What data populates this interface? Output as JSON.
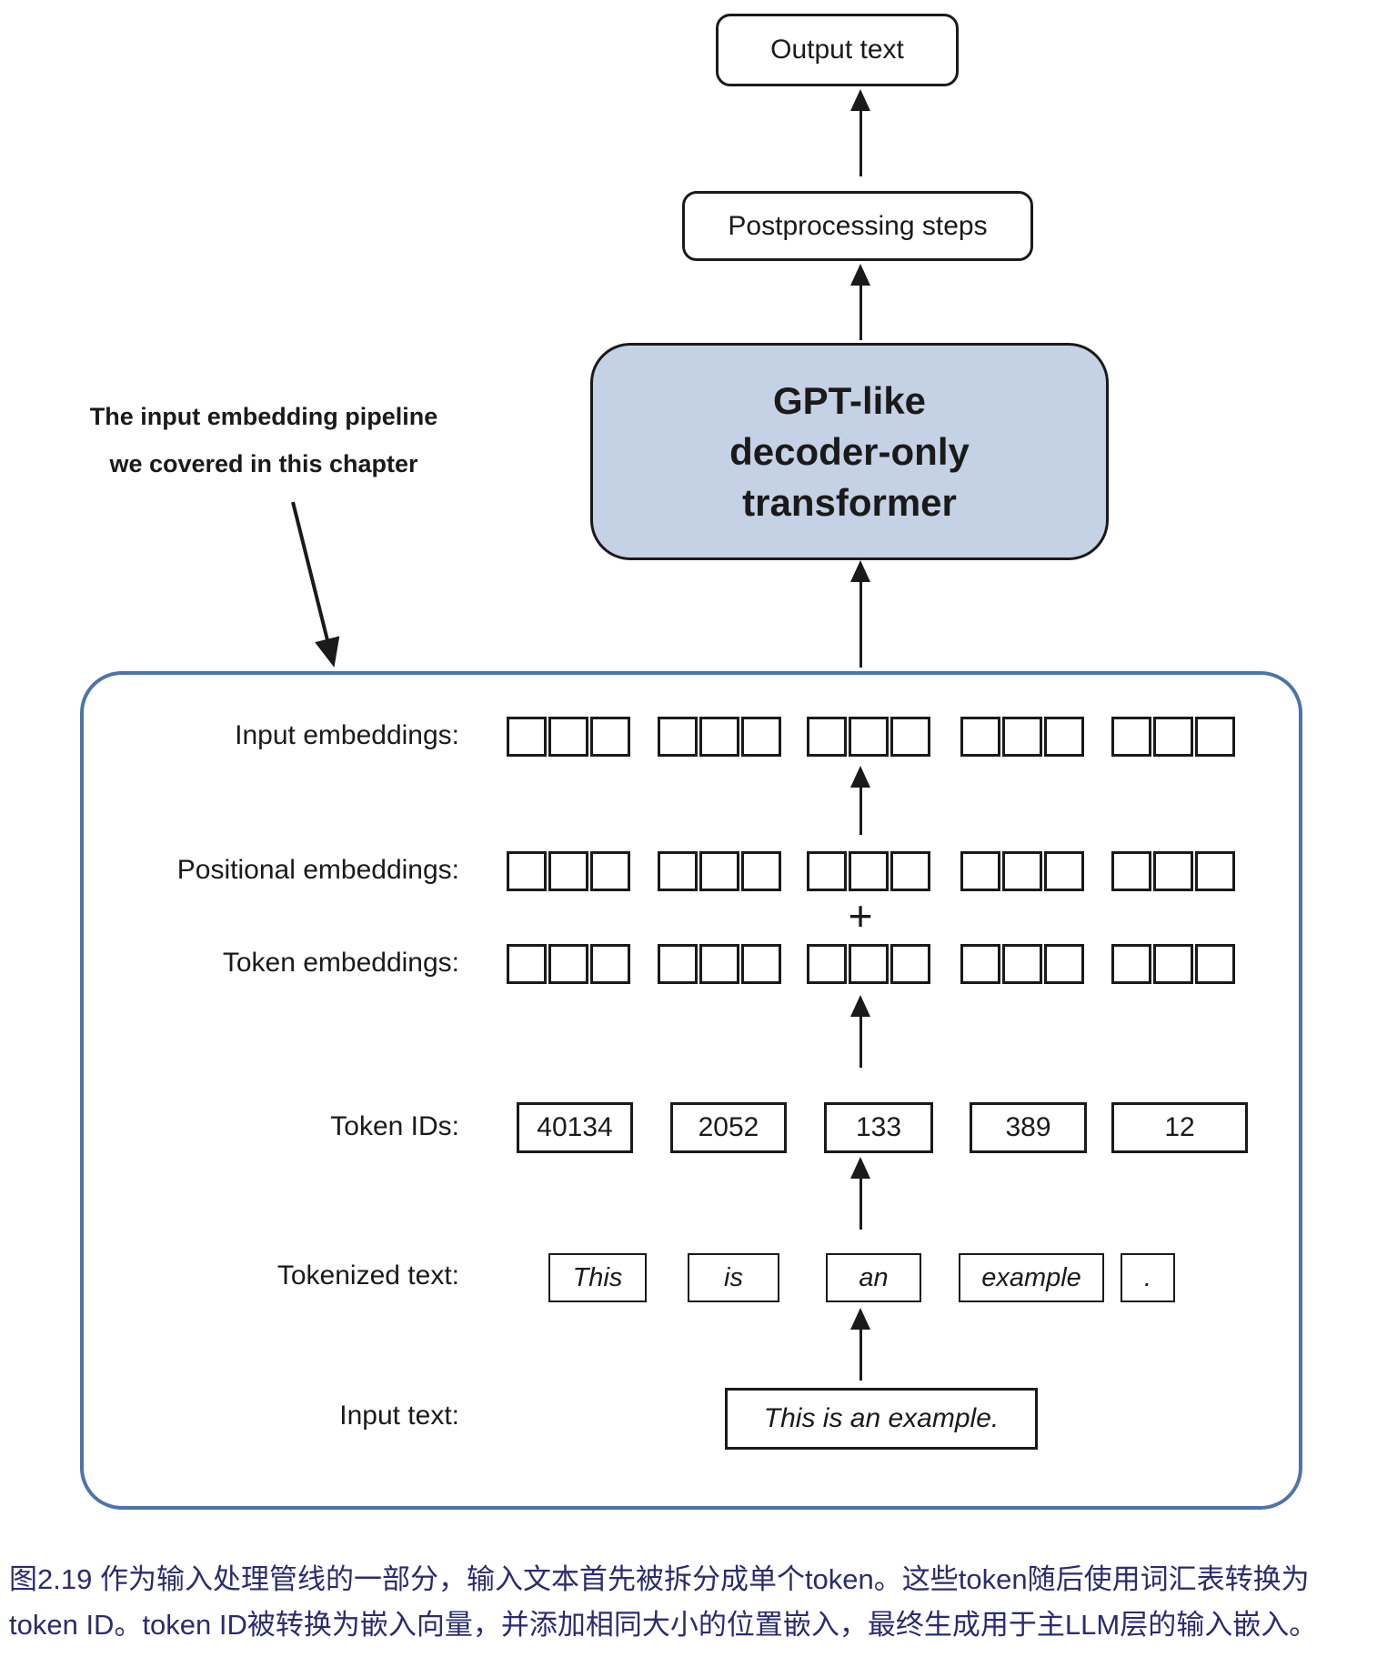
{
  "top_flow": {
    "output_label": "Output text",
    "postprocessing_label": "Postprocessing steps",
    "gpt_line1": "GPT-like",
    "gpt_line2": "decoder-only",
    "gpt_line3": "transformer",
    "gpt_fill_color": "#c5d1e4"
  },
  "annotation": {
    "line1": "The input embedding pipeline",
    "line2": "we covered in this chapter"
  },
  "pipeline": {
    "container_border_color": "#4d74ab",
    "labels": {
      "input_embeddings": "Input embeddings:",
      "positional_embeddings": "Positional embeddings:",
      "token_embeddings": "Token embeddings:",
      "token_ids": "Token IDs:",
      "tokenized_text": "Tokenized text:",
      "input_text": "Input text:"
    },
    "plus_sign": "+",
    "token_ids": [
      "40134",
      "2052",
      "133",
      "389",
      "12"
    ],
    "tokens": [
      "This",
      "is",
      "an",
      "example",
      "."
    ],
    "input_text_value": "This is an example.",
    "groups": 5,
    "squares_per_group": 3
  },
  "caption": {
    "line1": "图2.19 作为输入处理管线的一部分，输入文本首先被拆分成单个token。这些token随后使用词汇表转换为",
    "line2": "token ID。token ID被转换为嵌入向量，并添加相同大小的位置嵌入，最终生成用于主LLM层的输入嵌入。",
    "color": "#2b2c6e"
  }
}
